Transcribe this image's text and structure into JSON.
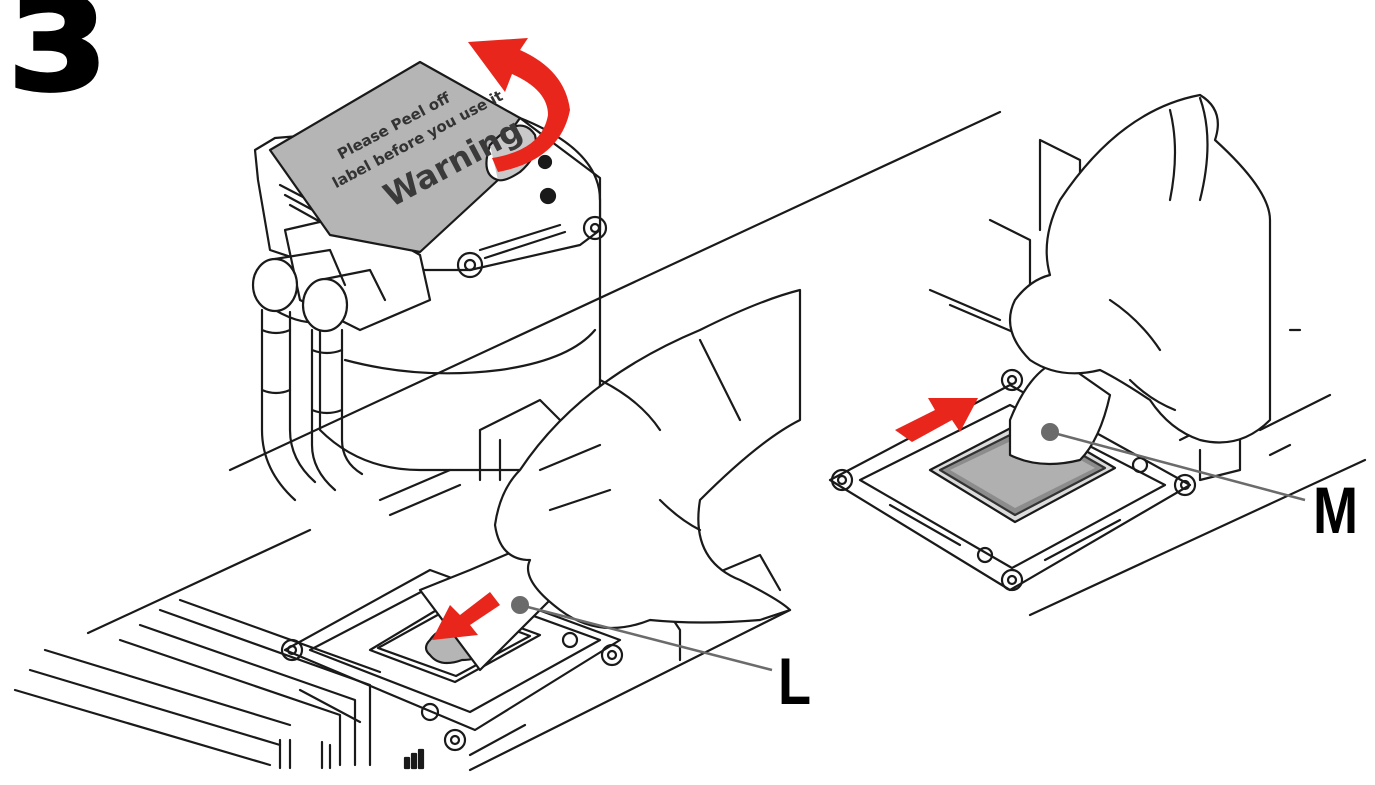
{
  "step": {
    "number": "3"
  },
  "label_sheet": {
    "line1": "Please Peel off",
    "line2": "label before you use it",
    "warning": "Warning"
  },
  "callouts": {
    "left": "L",
    "middle": "M"
  },
  "colors": {
    "arrow": "#e8261c",
    "line": "#1a1a1a",
    "label_gray": "#b5b5b5",
    "dot": "#6b6b6b"
  },
  "icons": [
    "peel-arrow-icon",
    "push-arrow-icon",
    "spread-arrow-icon"
  ]
}
